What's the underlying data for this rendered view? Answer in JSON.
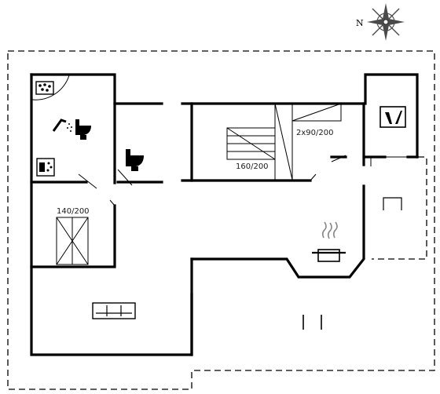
{
  "compass": {
    "north_label": "N",
    "icon": "compass-rose-icon"
  },
  "rooms": {
    "bed_double_1": {
      "size_label": "160/200",
      "icon": "double-bed-icon"
    },
    "bed_bunk": {
      "size_label": "2x90/200",
      "icon": "bunk-bed-icon"
    },
    "bed_double_2": {
      "size_label": "140/200",
      "icon": "double-bed-icon"
    },
    "bathroom": {
      "icons": [
        "sauna-icon",
        "shower-icon",
        "toilet-icon",
        "washing-machine-icon"
      ]
    },
    "wc": {
      "icon": "toilet-icon"
    },
    "utility": {
      "icon": "boiler-icon"
    },
    "kitchen": {
      "icon": "cooking-pot-icon"
    },
    "living": {
      "icon": "sofa-icon"
    }
  },
  "colors": {
    "line": "#000000",
    "background": "#ffffff"
  }
}
